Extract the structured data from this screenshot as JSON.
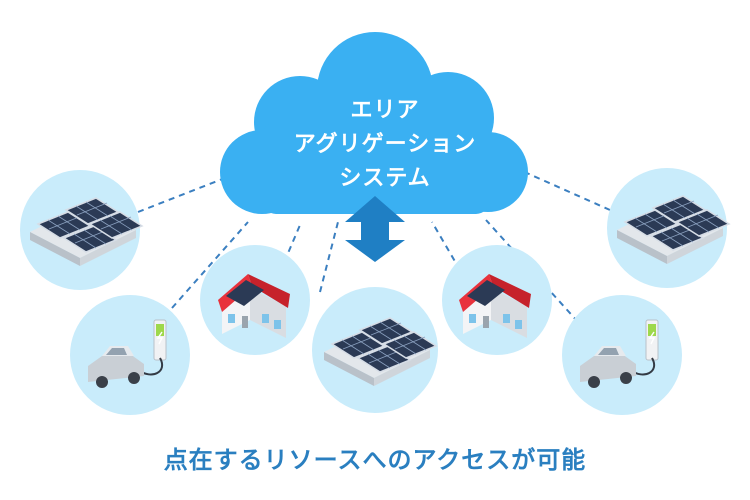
{
  "cloud": {
    "line1": "エリア",
    "line2": "アグリゲーション",
    "line3": "システム"
  },
  "caption": "点在するリソースへのアクセスが可能",
  "colors": {
    "cloud": "#3ab0f2",
    "resource_circle": "#c9ecfb",
    "arrow": "#1f7fc4",
    "dash": "#3b7fc0",
    "caption": "#2a7fc0"
  },
  "resources": [
    {
      "id": "solar-left",
      "kind": "solar-panel-icon"
    },
    {
      "id": "ev-left",
      "kind": "ev-charging-icon"
    },
    {
      "id": "house-left",
      "kind": "house-icon"
    },
    {
      "id": "solar-center",
      "kind": "solar-panel-icon"
    },
    {
      "id": "house-right",
      "kind": "house-icon"
    },
    {
      "id": "solar-right",
      "kind": "solar-panel-icon"
    },
    {
      "id": "ev-right",
      "kind": "ev-charging-icon"
    }
  ]
}
